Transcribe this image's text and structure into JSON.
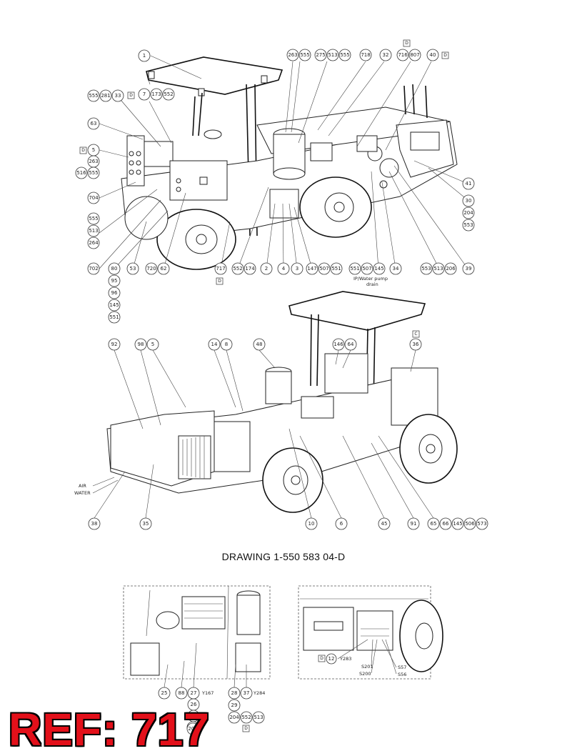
{
  "drawing_title": "DRAWING 1-550 583 04-D",
  "ref_label": "REF: 717",
  "view1": {
    "callouts": [
      "1",
      "263",
      "555",
      "275",
      "513",
      "555",
      "718",
      "32",
      "716",
      "807",
      "40",
      "555",
      "281",
      "33",
      "7",
      "173",
      "552",
      "63",
      "5",
      "263",
      "516",
      "555",
      "704",
      "555",
      "513",
      "264",
      "702",
      "80",
      "95",
      "96",
      "145",
      "551",
      "53",
      "720",
      "62",
      "717",
      "552",
      "174",
      "2",
      "4",
      "3",
      "147",
      "507",
      "551",
      "551",
      "507",
      "145",
      "34",
      "553",
      "513",
      "206",
      "39",
      "41",
      "30",
      "204",
      "553"
    ],
    "boxed_labels": [
      "D",
      "D",
      "D",
      "D",
      "D"
    ],
    "note_line1": "IP/Water pump",
    "note_line2": "drain"
  },
  "view2": {
    "callouts": [
      "92",
      "98",
      "5",
      "14",
      "8",
      "48",
      "146",
      "64",
      "36",
      "38",
      "35",
      "10",
      "6",
      "45",
      "91",
      "65",
      "66",
      "145",
      "506",
      "573"
    ],
    "boxed_labels": [
      "C"
    ],
    "side_labels": [
      "AIR",
      "WATER"
    ]
  },
  "detail_left": {
    "callouts": [
      "25",
      "88",
      "27",
      "26",
      "29",
      "20",
      "204",
      "28",
      "37",
      "29",
      "204",
      "552",
      "513"
    ],
    "plain_labels": [
      "Y167",
      "Y284"
    ],
    "boxed_labels": [
      "D"
    ]
  },
  "detail_right": {
    "callouts": [
      "12"
    ],
    "plain_labels": [
      "Y283",
      "S201",
      "S200",
      "S57",
      "S56"
    ],
    "boxed_labels": [
      "D"
    ]
  }
}
